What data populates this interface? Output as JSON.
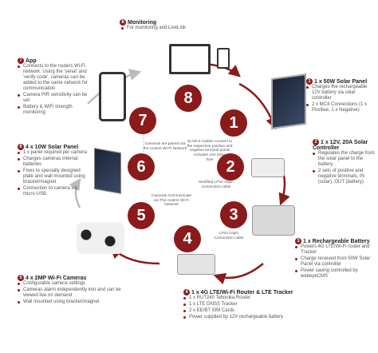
{
  "nodes": [
    {
      "num": "1",
      "title": "1 x 50W Solar Panel",
      "items": [
        "Charges the rechargeable 12V battery via solar controller",
        "2 x MC4 Connections (1 x Positive, 1 x Negative)"
      ]
    },
    {
      "num": "2",
      "title": "1 x 12V, 20A Solar Controller",
      "items": [
        "Regulates the charge from the solar panel to the battery",
        "2 sets of positive and negative terminals, IN (solar), OUT (battery)"
      ]
    },
    {
      "num": "3",
      "title": "1 x Rechargeable Battery",
      "items": [
        "Powers 4G LTE/Wi-Fi router and Tracker",
        "Charge received from 50W Solar Panel via controller",
        "Power saving controlled by webeyeCMS"
      ]
    },
    {
      "num": "4",
      "title": "1 x 4G LTE/Wi-Fi Router & LTE Tracker",
      "items": [
        "1 x RUT240 Teltonika Router",
        "1 x LTE GNSS Tracker",
        "2 x EE/BT SIM Cards",
        "Power supplied by 12V rechargeable battery"
      ]
    },
    {
      "num": "5",
      "title": "4 x 2MP Wi-Fi Cameras",
      "items": [
        "Configurable camera settings",
        "Cameras alarm independently into and can be viewed live on demand",
        "Wall mounted using bracket/magnet"
      ]
    },
    {
      "num": "6",
      "title": "4 x 10W Solar Panel",
      "items": [
        "1 x panel required per camera",
        "Charges cameras internal batteries",
        "Fixes to specially designed plate and wall mounted using bracket/magnet",
        "Connection to camera via micro-USB"
      ]
    },
    {
      "num": "7",
      "title": "App",
      "items": [
        "Connects to the routers Wi-Fi network. Using the 'serial' and 'verify code', cameras can be added to the same network for communication",
        "Camera PIR sensitivity can be set",
        "Battery & WiFi strength monitoring"
      ]
    },
    {
      "num": "8",
      "title": "Monitoring",
      "items": [
        "For monitoring and LiveLink"
      ]
    }
  ],
  "notes": {
    "mc4": "3x MC4 Cables connect to the respective positive and negative terminal points",
    "fuse": "Includes 10A inline fuse",
    "lp34": "Modified LP34 10pin Connection cable",
    "lp24": "LP24 10pin Connection cable",
    "comm": "Cameras Communicate via The routers Wi-Fi Network",
    "paired": "Cameras are paired Via the routers Wi-Fi Network"
  }
}
